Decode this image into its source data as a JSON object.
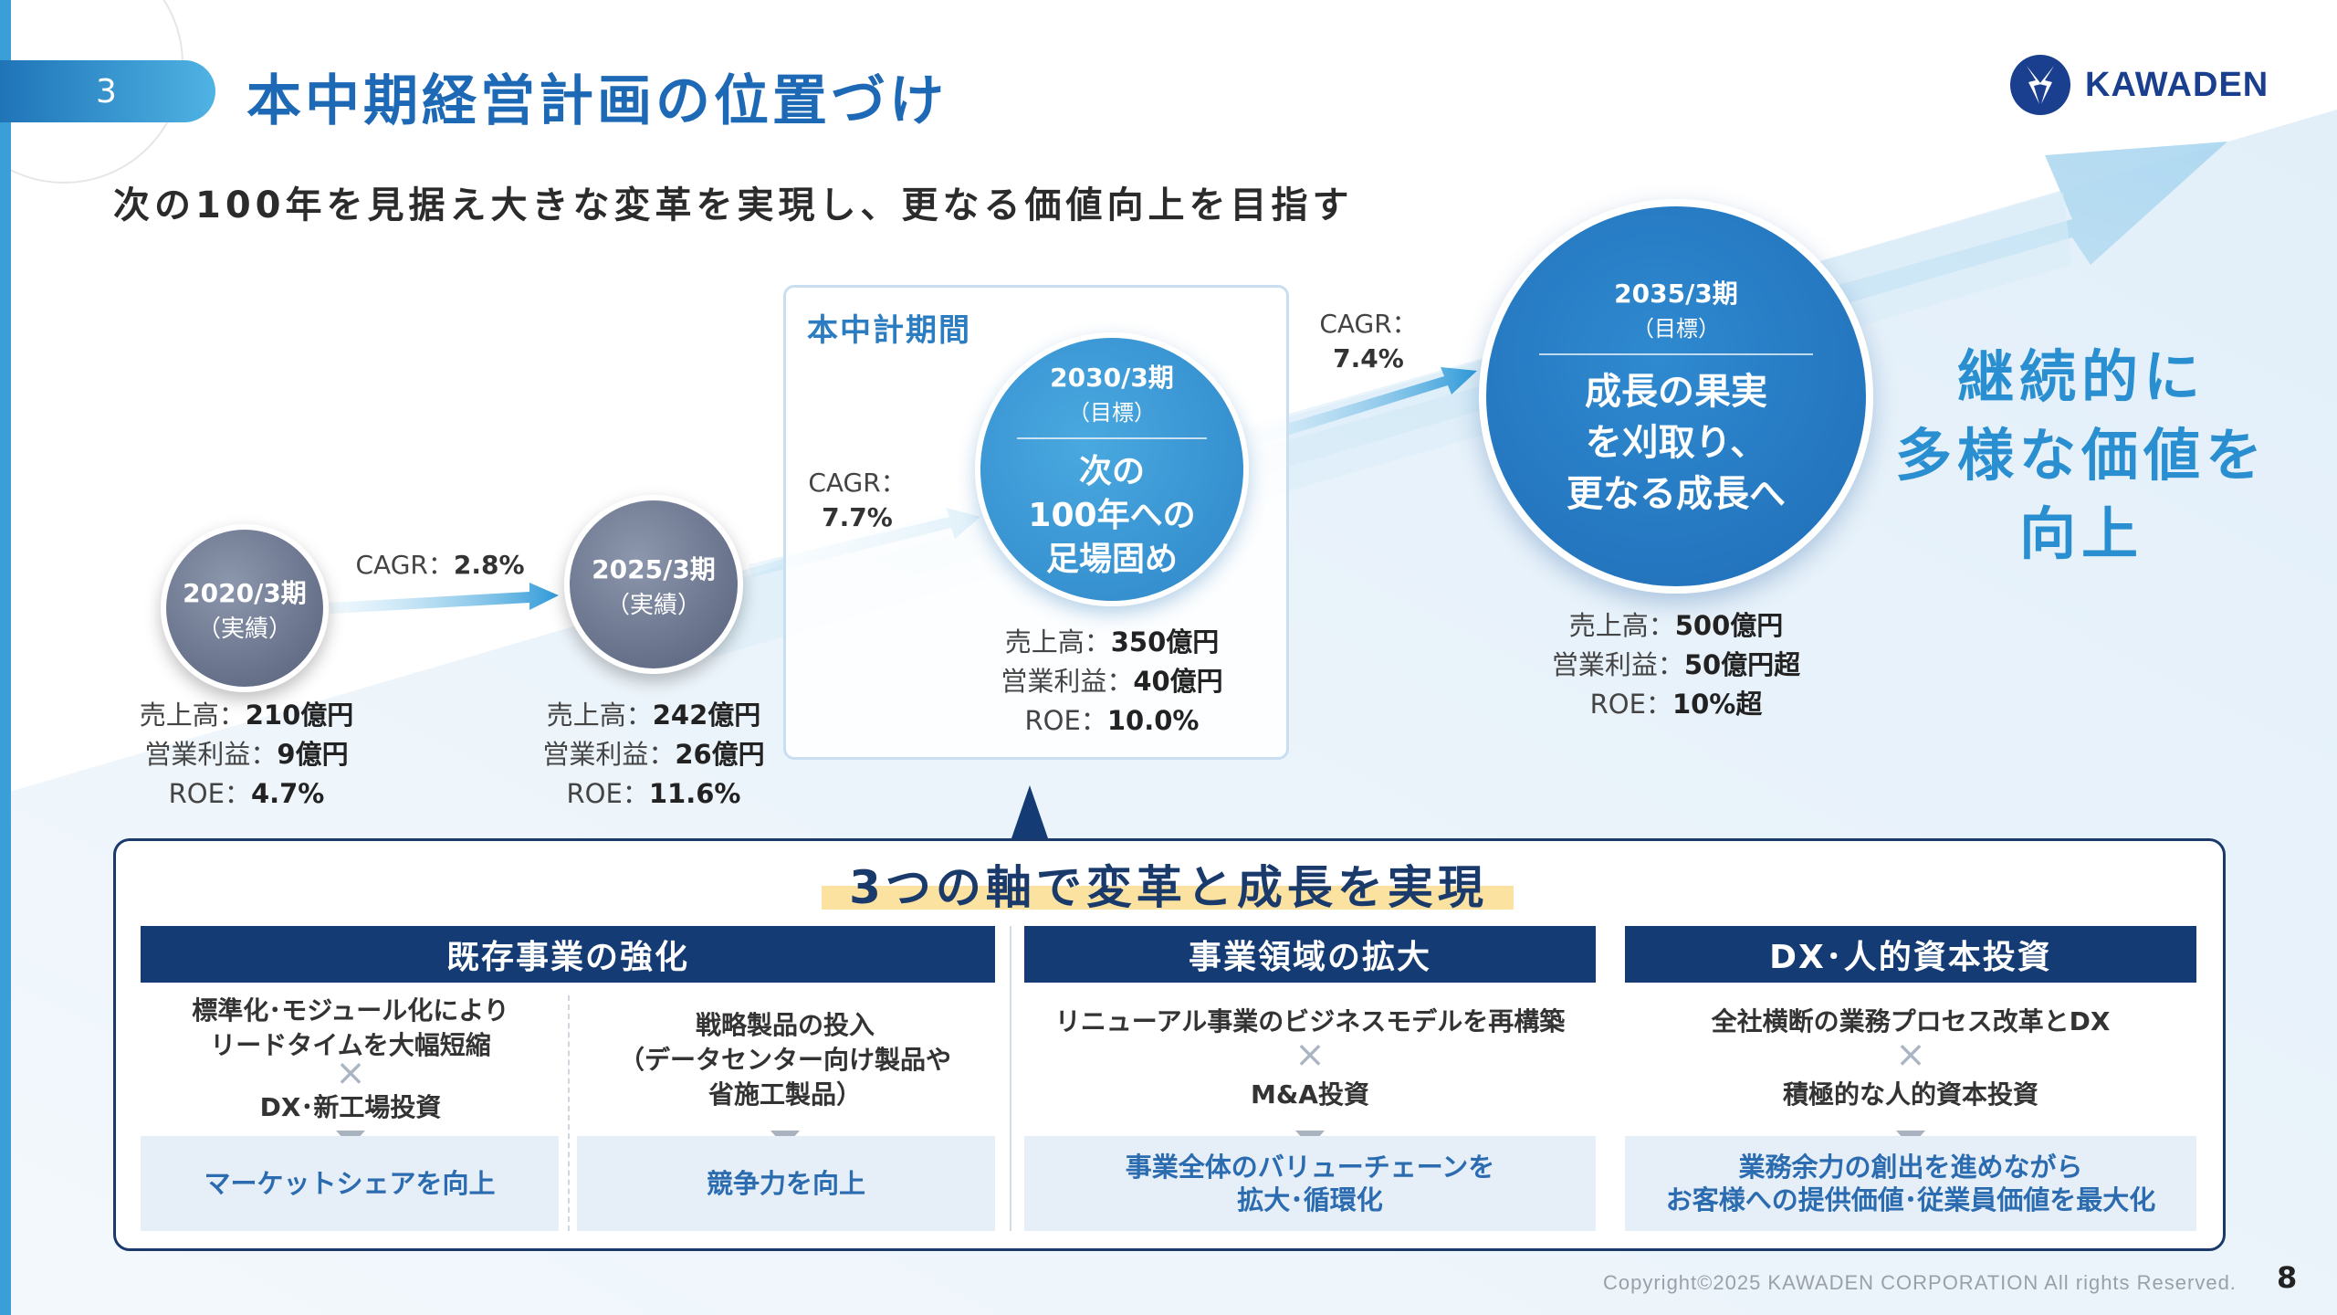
{
  "header": {
    "section_number": "3",
    "title": "本中期経営計画の位置づけ",
    "logo_text": "KAWADEN"
  },
  "subtitle": "次の100年を見据え大きな変革を実現し、更なる価値向上を目指す",
  "milestones": [
    {
      "period": "2020/3期",
      "status": "（実績）",
      "sales_label": "売上高：",
      "sales": "210億円",
      "op_label": "営業利益：",
      "op": "9億円",
      "roe_label": "ROE：",
      "roe": "4.7%"
    },
    {
      "period": "2025/3期",
      "status": "（実績）",
      "sales_label": "売上高：",
      "sales": "242億円",
      "op_label": "営業利益：",
      "op": "26億円",
      "roe_label": "ROE：",
      "roe": "11.6%"
    },
    {
      "period": "2030/3期",
      "status": "（目標）",
      "headline": [
        "次の",
        "100年への",
        "足場固め"
      ],
      "sales_label": "売上高：",
      "sales": "350億円",
      "op_label": "営業利益：",
      "op": "40億円",
      "roe_label": "ROE：",
      "roe": "10.0%"
    },
    {
      "period": "2035/3期",
      "status": "（目標）",
      "headline": [
        "成長の果実",
        "を刈取り、",
        "更なる成長へ"
      ],
      "sales_label": "売上高：",
      "sales": "500億円",
      "op_label": "営業利益：",
      "op": "50億円超",
      "roe_label": "ROE：",
      "roe": "10%超"
    }
  ],
  "cagr": [
    {
      "label": "CAGR：",
      "value": "2.8%"
    },
    {
      "label": "CAGR：",
      "value": "7.7%"
    },
    {
      "label": "CAGR：",
      "value": "7.4%"
    }
  ],
  "period_label": "本中計期間",
  "slogan": [
    "継続的に",
    "多様な価値を",
    "向上"
  ],
  "panel": {
    "title": "3つの軸で変革と成長を実現",
    "times_symbol": "×",
    "columns": [
      {
        "header": "既存事業の強化"
      },
      {
        "header": "事業領域の拡大"
      },
      {
        "header": "DX･人的資本投資"
      }
    ],
    "cells": {
      "c1a_line1": "標準化･モジュール化により",
      "c1a_line2": "リードタイムを大幅短縮",
      "c1a_line3": "DX･新工場投資",
      "c1a_result": "マーケットシェアを向上",
      "c1b_line1": "戦略製品の投入",
      "c1b_line2": "（データセンター向け製品や",
      "c1b_line3": "省施工製品）",
      "c1b_result": "競争力を向上",
      "c2_line1": "リニューアル事業のビジネスモデルを再構築",
      "c2_line2": "M&A投資",
      "c2_result1": "事業全体のバリューチェーンを",
      "c2_result2": "拡大･循環化",
      "c3_line1": "全社横断の業務プロセス改革とDX",
      "c3_line2": "積極的な人的資本投資",
      "c3_result1": "業務余力の創出を進めながら",
      "c3_result2": "お客様への提供価値･従業員価値を最大化"
    }
  },
  "footer": {
    "copyright": "Copyright©2025 KAWADEN CORPORATION All rights Reserved.",
    "page": "8"
  }
}
